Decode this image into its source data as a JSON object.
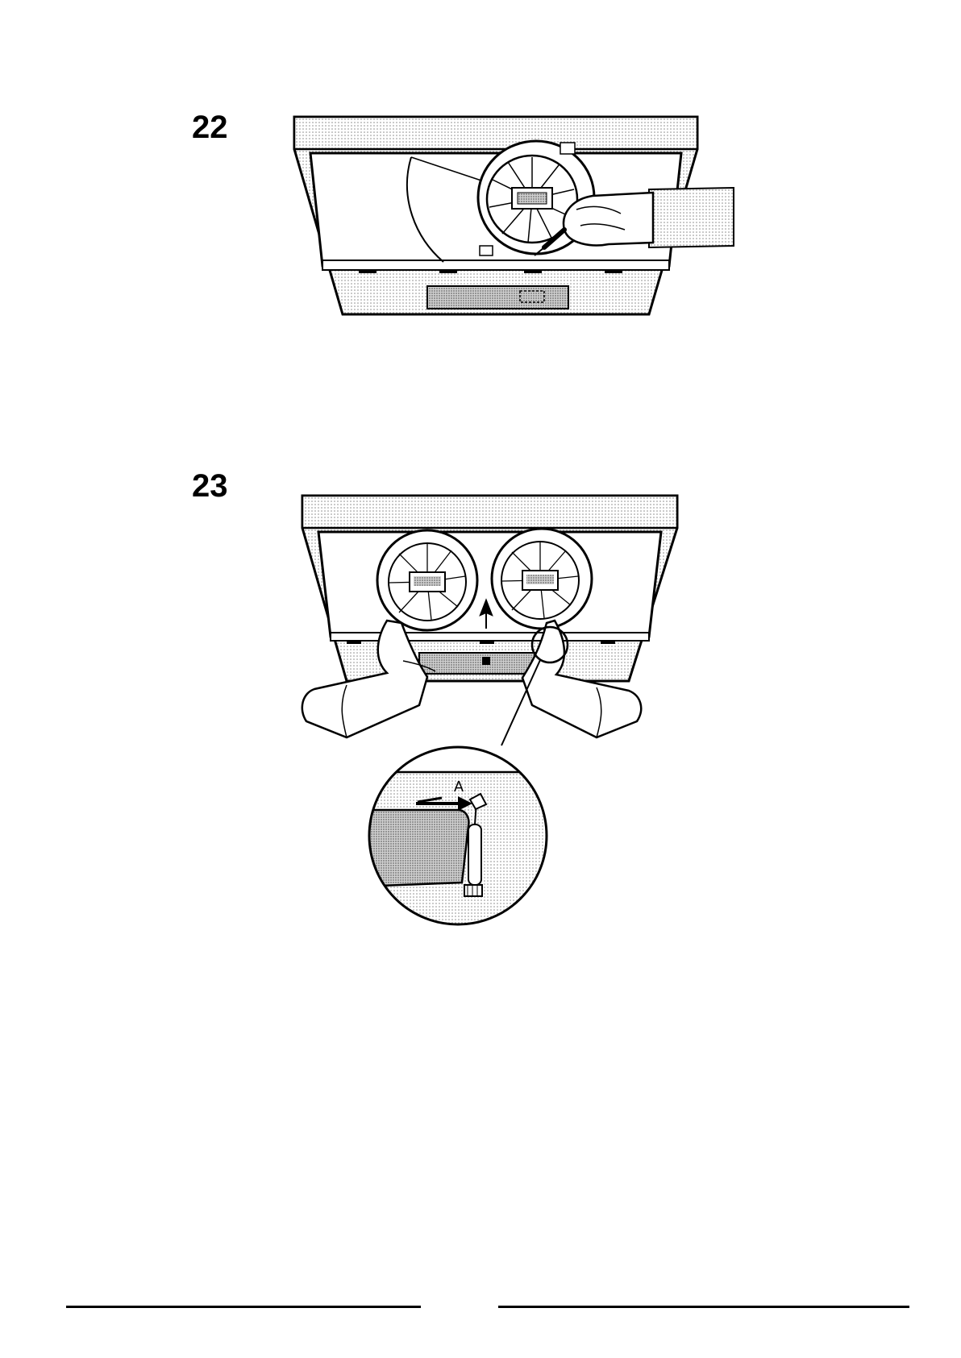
{
  "steps": [
    {
      "number": "22"
    },
    {
      "number": "23"
    }
  ],
  "callout": {
    "label": "A"
  },
  "colors": {
    "ink": "#000000",
    "screen": "#d9d9d9",
    "paper": "#ffffff"
  }
}
